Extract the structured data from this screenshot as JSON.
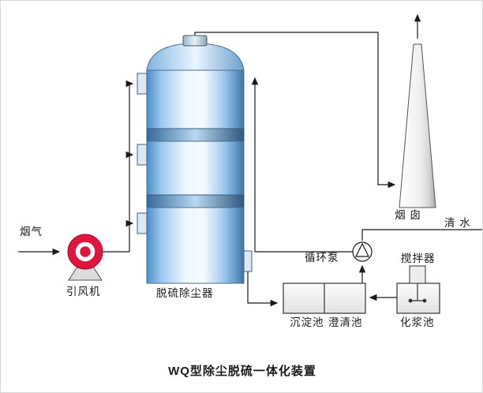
{
  "title": {
    "text": "WQ型除尘脱硫一体化装置"
  },
  "labels": {
    "flue_gas": "烟气",
    "induced_draft_fan": "引风机",
    "desulfurization_dust_collector": "脱硫除尘器",
    "chimney": "烟 囱",
    "clean_water": "清 水",
    "circulation_pump": "循环泵",
    "agitator": "搅拌器",
    "sedimentation_tank": "沉淀池",
    "clarification_tank": "澄清池",
    "slurry_tank": "化浆池"
  },
  "colors": {
    "fan_red": "#e0143c",
    "tower_blue": "#4d8cc8",
    "chimney_gray": "#a8a8a8",
    "line": "#1a1a1a",
    "title_color": "#14145a"
  }
}
